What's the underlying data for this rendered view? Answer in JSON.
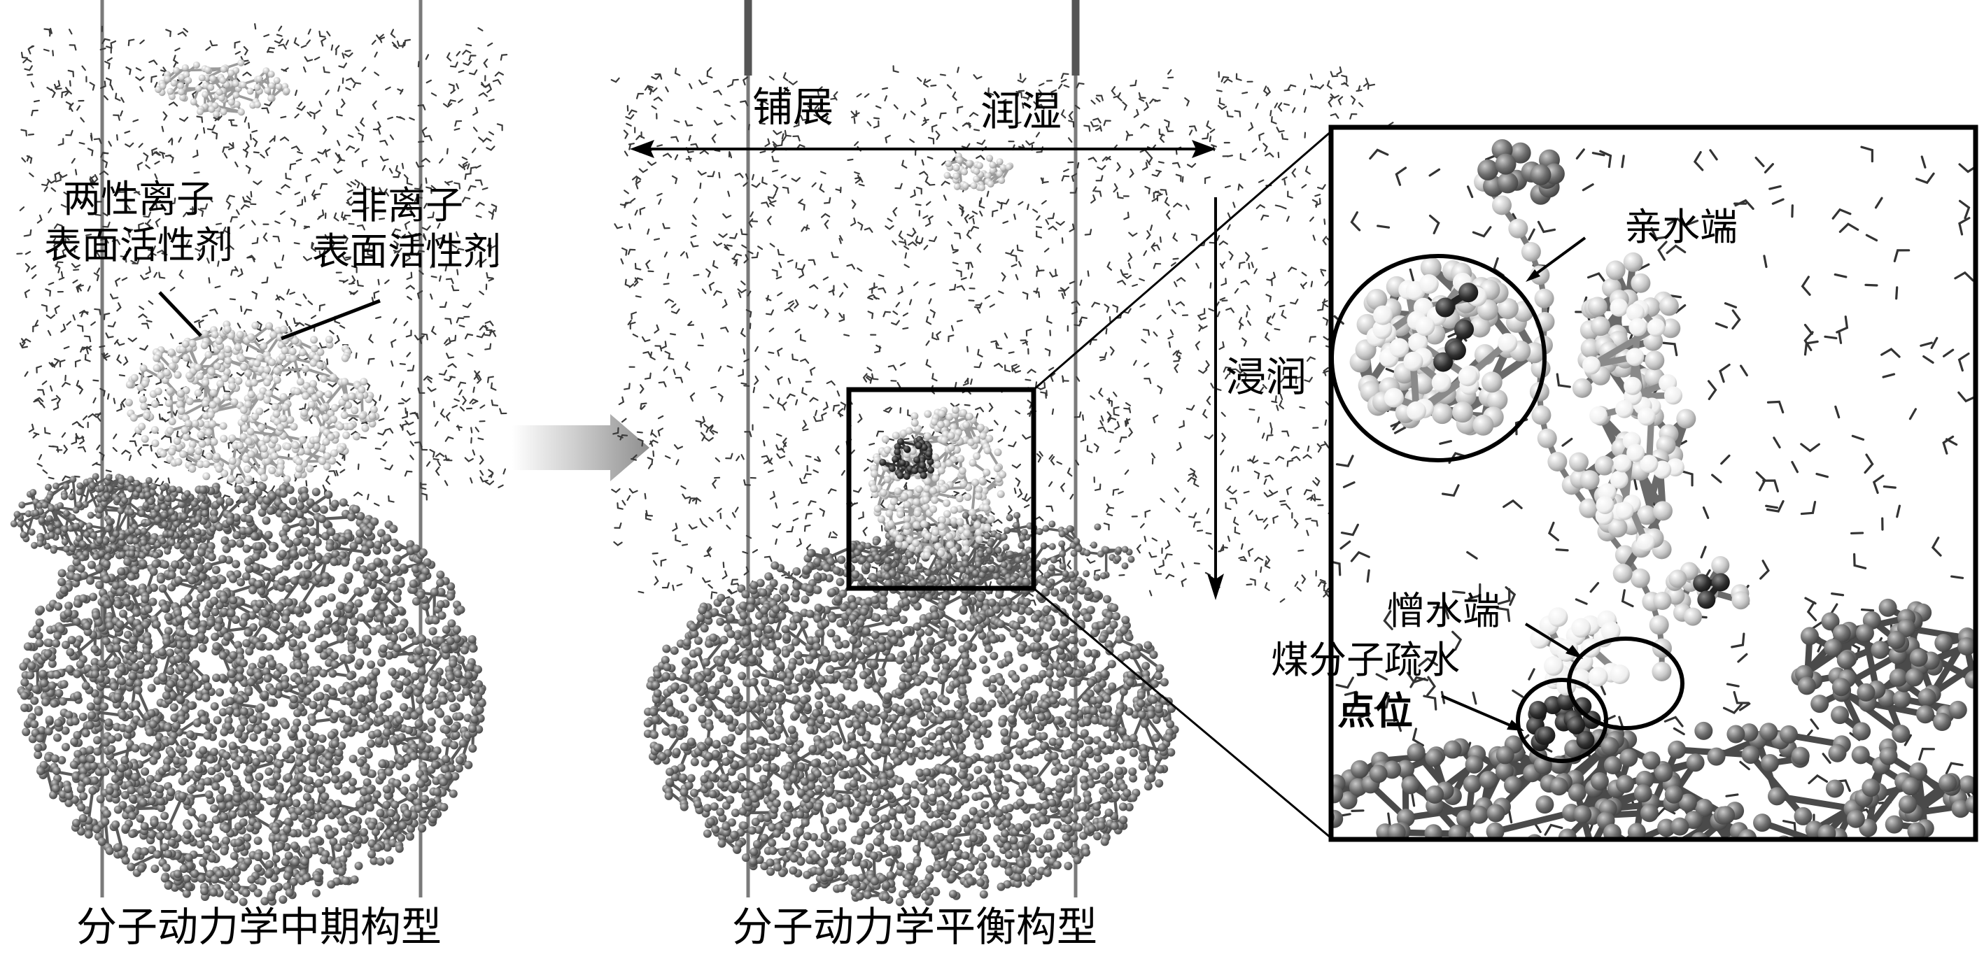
{
  "labels": {
    "left_caption": "分子动力学中期构型",
    "right_caption": "分子动力学平衡构型",
    "zwitterionic_line1": "两性离子",
    "zwitterionic_line2": "表面活性剂",
    "nonionic_line1": "非离子",
    "nonionic_line2": "表面活性剂",
    "spreading": "铺展",
    "wetting": "润湿",
    "immersion": "浸润",
    "hydrophilic_end": "亲水端",
    "hydrophobic_end": "憎水端",
    "coal_site_line1": "煤分子疏水",
    "coal_site_line2": "点位"
  },
  "icons": {
    "transition_arrow": "right-arrow-icon",
    "spread_arrow": "double-headed-arrow-icon",
    "immersion_arrow": "down-arrow-icon"
  },
  "colors": {
    "coal_atoms": "#6a6a6a",
    "coal_atoms_dark": "#4d4d4d",
    "surfactant_atoms": "#b5b5b5",
    "hydrogen_atoms": "#f2f2f2",
    "water": "#333333",
    "box_walls": "#777777",
    "arrow_fill": "#9a9a9a"
  }
}
